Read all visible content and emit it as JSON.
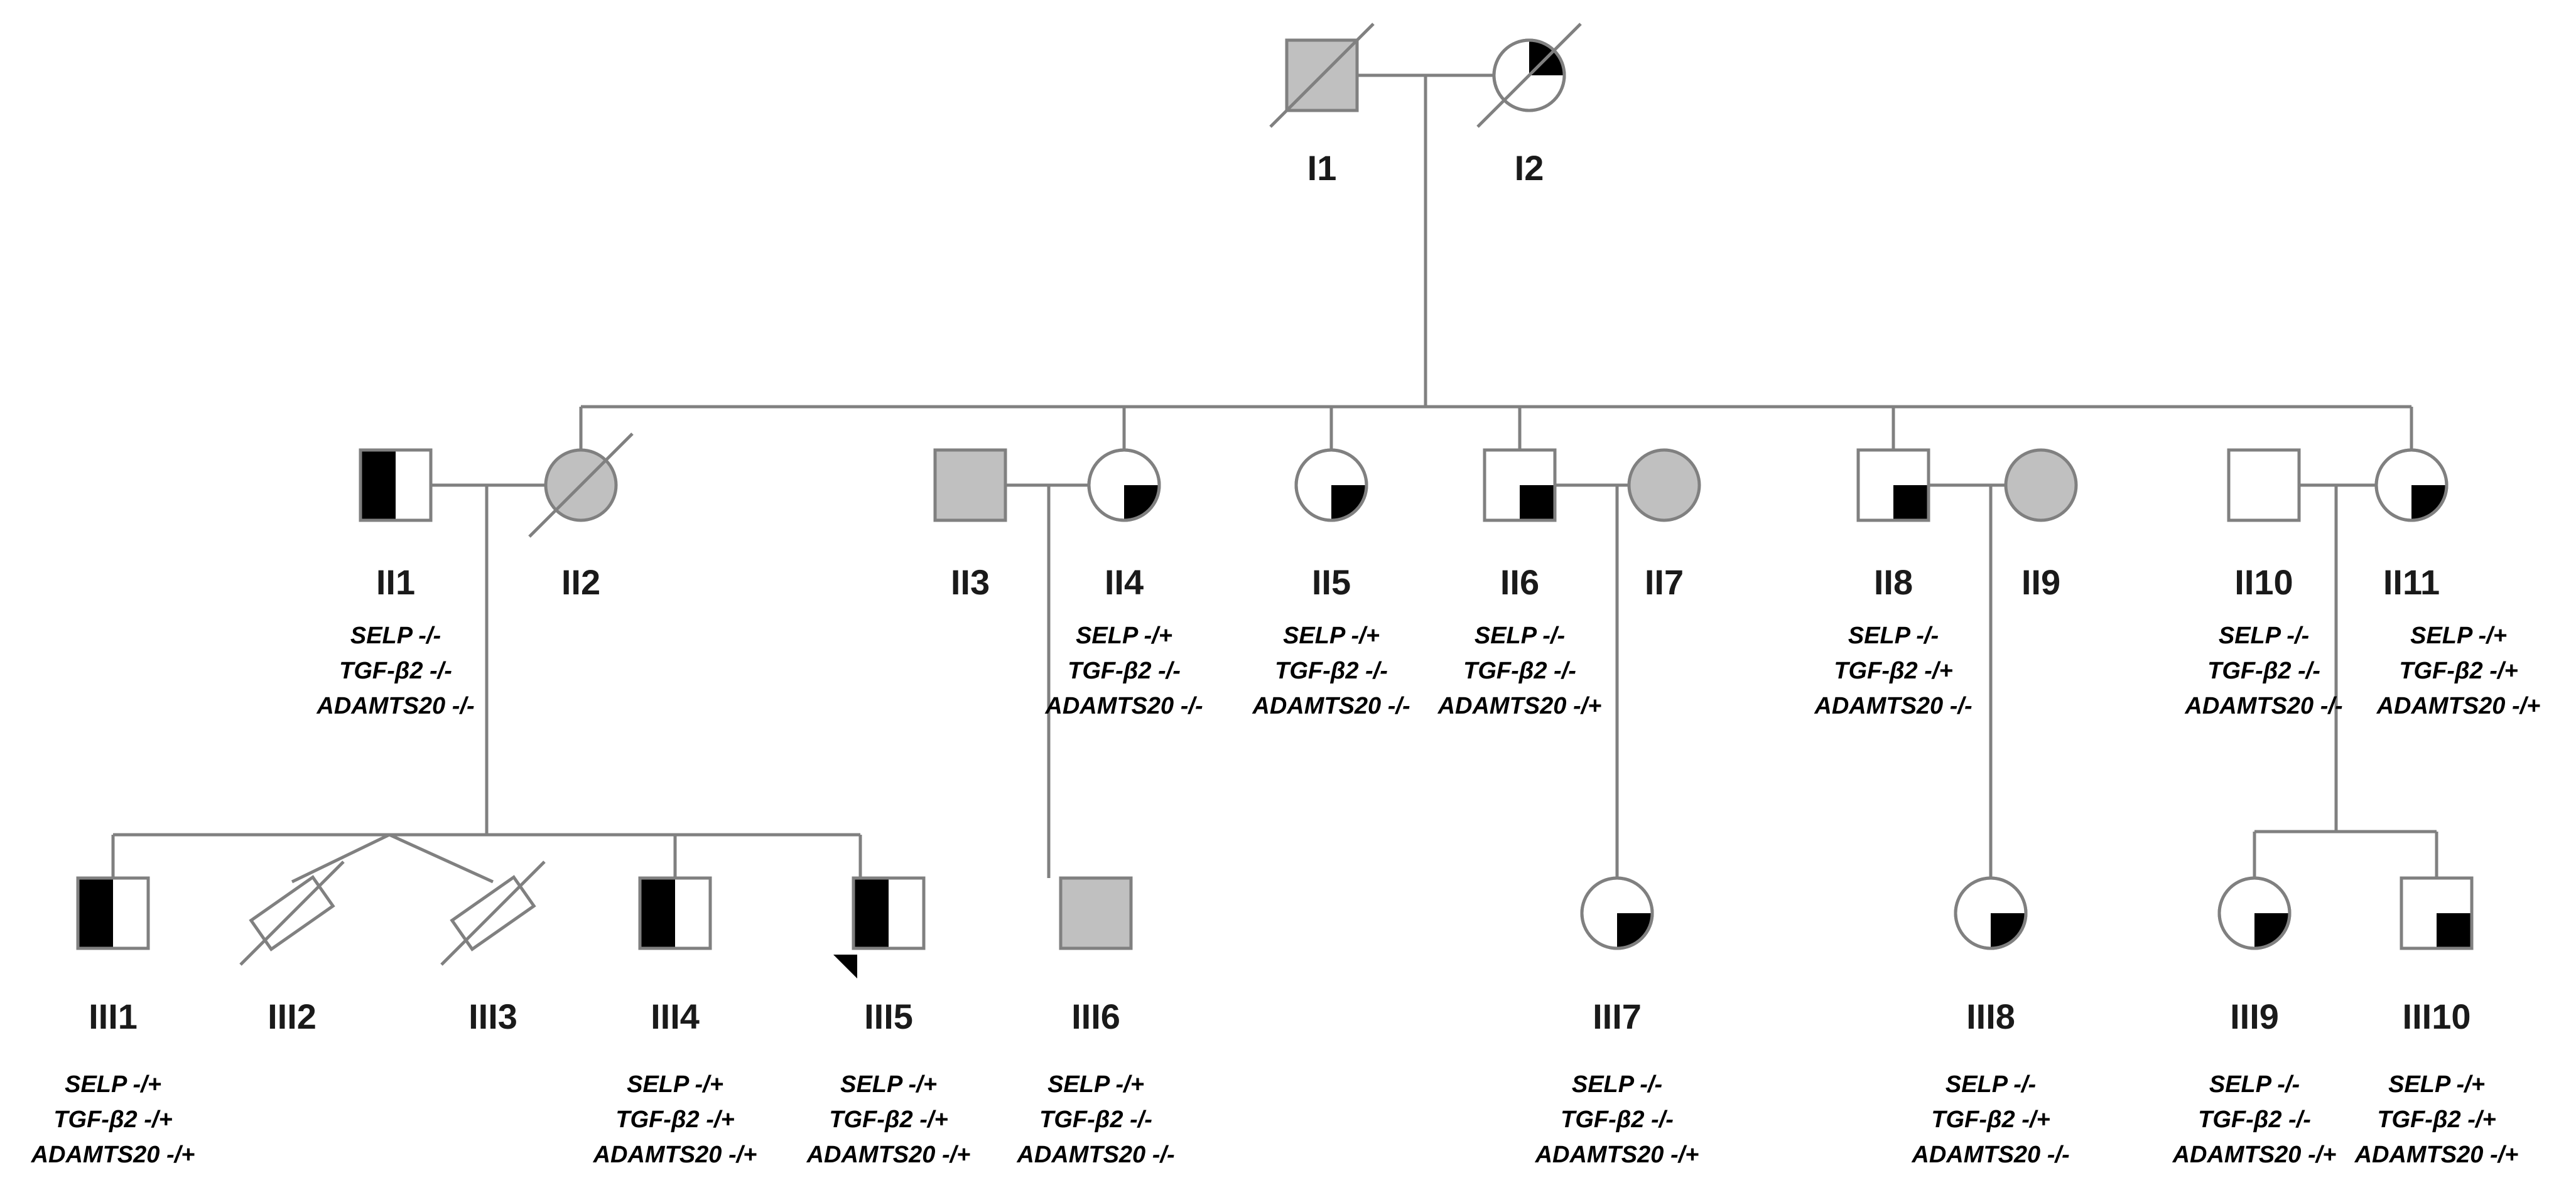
{
  "colors": {
    "line": "#808080",
    "affected_fill": "#c0c0c0",
    "carrier_fill": "#000000",
    "unaffected_fill": "#ffffff",
    "outline": "#808080"
  },
  "individuals": [
    {
      "id": "I1",
      "label": "I1",
      "sex": "male",
      "status": "affected",
      "deceased": true,
      "genotype": []
    },
    {
      "id": "I2",
      "label": "I2",
      "sex": "female",
      "status": "carrier-quarter-top-right",
      "deceased": true,
      "genotype": []
    },
    {
      "id": "II1",
      "label": "II1",
      "sex": "male",
      "status": "carrier-half-left",
      "deceased": false,
      "genotype": [
        "SELP -/-",
        "TGF-β2 -/-",
        "ADAMTS20 -/-"
      ]
    },
    {
      "id": "II2",
      "label": "II2",
      "sex": "female",
      "status": "affected",
      "deceased": true,
      "genotype": []
    },
    {
      "id": "II3",
      "label": "II3",
      "sex": "male",
      "status": "affected",
      "deceased": false,
      "genotype": []
    },
    {
      "id": "II4",
      "label": "II4",
      "sex": "female",
      "status": "carrier-quarter-bottom-right",
      "deceased": false,
      "genotype": [
        "SELP -/+",
        "TGF-β2 -/-",
        "ADAMTS20 -/-"
      ]
    },
    {
      "id": "II5",
      "label": "II5",
      "sex": "female",
      "status": "carrier-quarter-bottom-right",
      "deceased": false,
      "genotype": [
        "SELP -/+",
        "TGF-β2 -/-",
        "ADAMTS20 -/-"
      ]
    },
    {
      "id": "II6",
      "label": "II6",
      "sex": "male",
      "status": "carrier-quarter-bottom-right",
      "deceased": false,
      "genotype": [
        "SELP -/-",
        "TGF-β2 -/-",
        "ADAMTS20 -/+"
      ]
    },
    {
      "id": "II7",
      "label": "II7",
      "sex": "female",
      "status": "affected",
      "deceased": false,
      "genotype": []
    },
    {
      "id": "II8",
      "label": "II8",
      "sex": "male",
      "status": "carrier-quarter-bottom-right",
      "deceased": false,
      "genotype": [
        "SELP -/-",
        "TGF-β2 -/+",
        "ADAMTS20 -/-"
      ]
    },
    {
      "id": "II9",
      "label": "II9",
      "sex": "female",
      "status": "affected",
      "deceased": false,
      "genotype": []
    },
    {
      "id": "II10",
      "label": "II10",
      "sex": "male",
      "status": "unaffected",
      "deceased": false,
      "genotype": [
        "SELP -/-",
        "TGF-β2 -/-",
        "ADAMTS20 -/-"
      ]
    },
    {
      "id": "II11",
      "label": "II11",
      "sex": "female",
      "status": "carrier-quarter-bottom-right",
      "deceased": false,
      "genotype": [
        "SELP -/+",
        "TGF-β2 -/+",
        "ADAMTS20 -/+"
      ]
    },
    {
      "id": "III1",
      "label": "III1",
      "sex": "male",
      "status": "carrier-half-left",
      "deceased": false,
      "genotype": [
        "SELP -/+",
        "TGF-β2 -/+",
        "ADAMTS20 -/+"
      ]
    },
    {
      "id": "III2",
      "label": "III2",
      "sex": "unknown",
      "status": "stillbirth",
      "deceased": true,
      "genotype": []
    },
    {
      "id": "III3",
      "label": "III3",
      "sex": "unknown",
      "status": "stillbirth",
      "deceased": true,
      "genotype": []
    },
    {
      "id": "III4",
      "label": "III4",
      "sex": "male",
      "status": "carrier-half-left",
      "deceased": false,
      "genotype": [
        "SELP -/+",
        "TGF-β2 -/+",
        "ADAMTS20 -/+"
      ]
    },
    {
      "id": "III5",
      "label": "III5",
      "sex": "male",
      "status": "carrier-half-left",
      "deceased": false,
      "proband": true,
      "genotype": [
        "SELP -/+",
        "TGF-β2 -/+",
        "ADAMTS20 -/+"
      ]
    },
    {
      "id": "III6",
      "label": "III6",
      "sex": "male",
      "status": "affected",
      "deceased": false,
      "genotype": [
        "SELP -/+",
        "TGF-β2 -/-",
        "ADAMTS20 -/-"
      ]
    },
    {
      "id": "III7",
      "label": "III7",
      "sex": "female",
      "status": "carrier-quarter-bottom-right",
      "deceased": false,
      "genotype": [
        "SELP -/-",
        "TGF-β2 -/-",
        "ADAMTS20 -/+"
      ]
    },
    {
      "id": "III8",
      "label": "III8",
      "sex": "female",
      "status": "carrier-quarter-bottom-right",
      "deceased": false,
      "genotype": [
        "SELP -/-",
        "TGF-β2 -/+",
        "ADAMTS20 -/-"
      ]
    },
    {
      "id": "III9",
      "label": "III9",
      "sex": "female",
      "status": "carrier-quarter-bottom-right",
      "deceased": false,
      "genotype": [
        "SELP -/-",
        "TGF-β2 -/-",
        "ADAMTS20 -/+"
      ]
    },
    {
      "id": "III10",
      "label": "III10",
      "sex": "male",
      "status": "carrier-quarter-bottom-right",
      "deceased": false,
      "genotype": [
        "SELP -/+",
        "TGF-β2 -/+",
        "ADAMTS20 -/+"
      ]
    }
  ],
  "couples": [
    [
      "I1",
      "I2"
    ],
    [
      "II1",
      "II2"
    ],
    [
      "II3",
      "II4"
    ],
    [
      "II6",
      "II7"
    ],
    [
      "II8",
      "II9"
    ],
    [
      "II10",
      "II11"
    ]
  ]
}
